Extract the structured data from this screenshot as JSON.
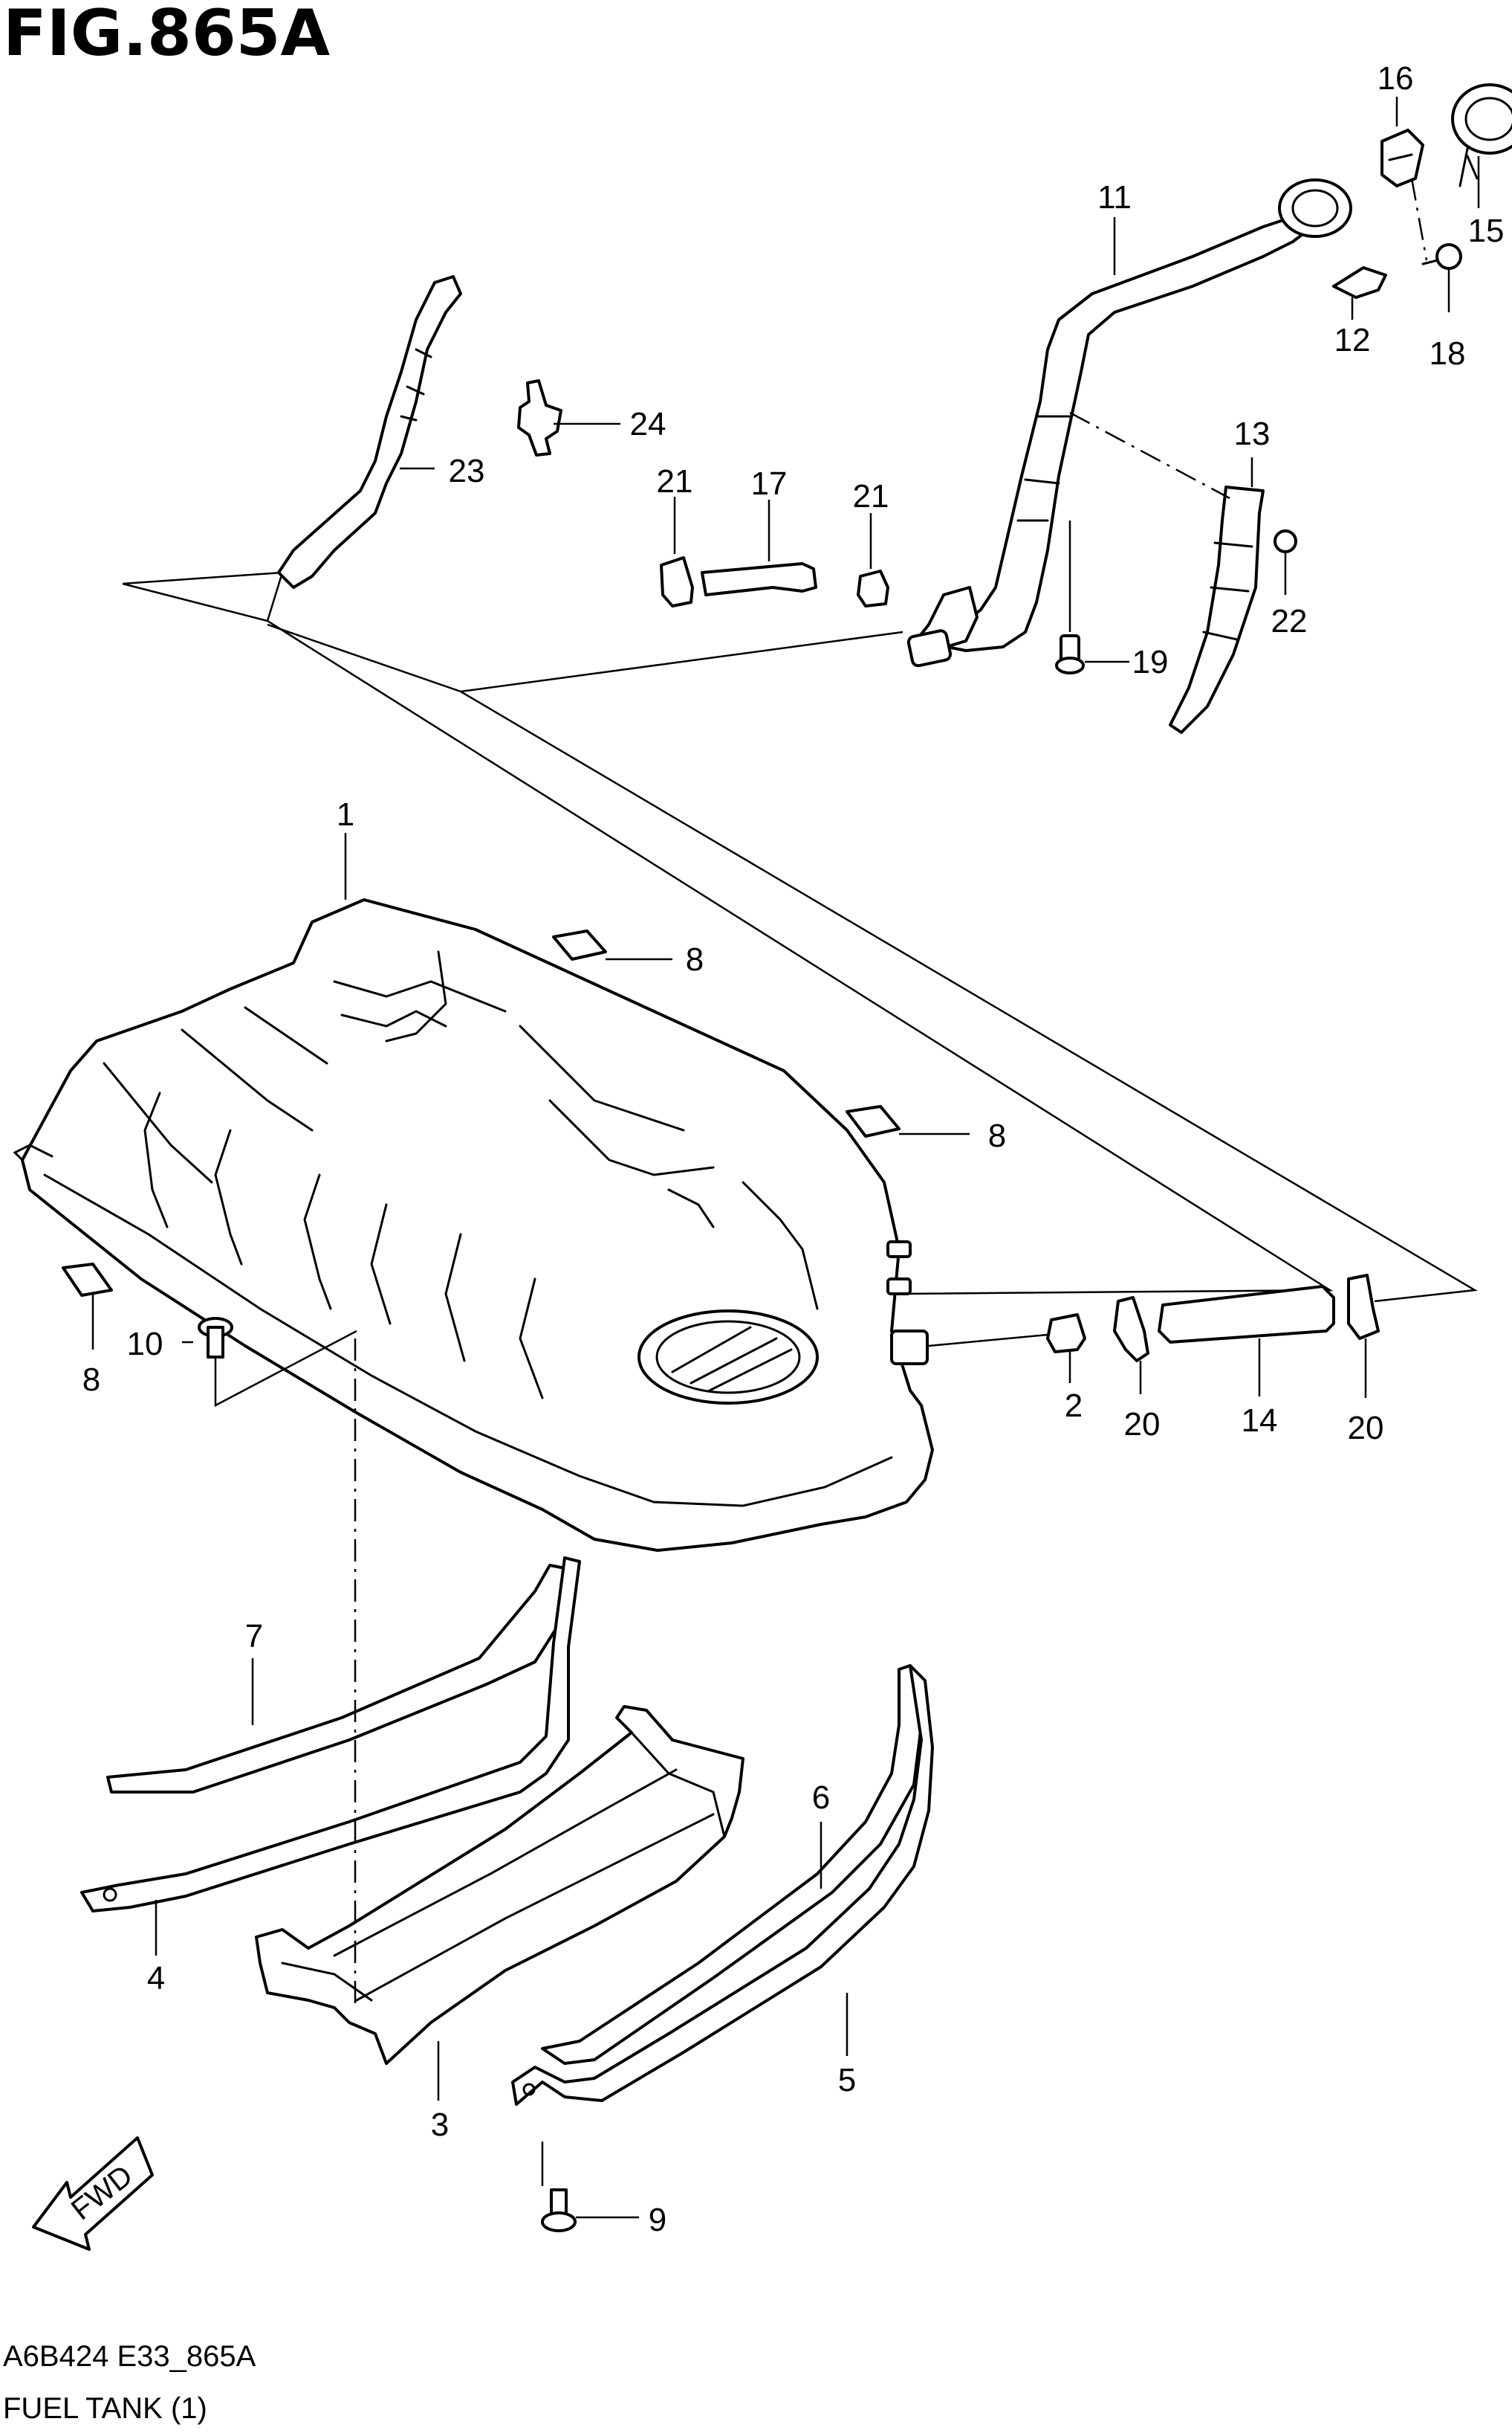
{
  "figure": {
    "title": "FIG.865A",
    "code": "A6B424 E33_865A",
    "caption": "FUEL TANK (1)",
    "direction_label": "FWD"
  },
  "callouts": [
    {
      "id": "c1",
      "label": "1"
    },
    {
      "id": "c2",
      "label": "2"
    },
    {
      "id": "c3",
      "label": "3"
    },
    {
      "id": "c4",
      "label": "4"
    },
    {
      "id": "c5",
      "label": "5"
    },
    {
      "id": "c6",
      "label": "6"
    },
    {
      "id": "c7",
      "label": "7"
    },
    {
      "id": "c8a",
      "label": "8"
    },
    {
      "id": "c8b",
      "label": "8"
    },
    {
      "id": "c8c",
      "label": "8"
    },
    {
      "id": "c9",
      "label": "9"
    },
    {
      "id": "c10",
      "label": "10"
    },
    {
      "id": "c11",
      "label": "11"
    },
    {
      "id": "c12",
      "label": "12"
    },
    {
      "id": "c13",
      "label": "13"
    },
    {
      "id": "c14",
      "label": "14"
    },
    {
      "id": "c15",
      "label": "15"
    },
    {
      "id": "c16",
      "label": "16"
    },
    {
      "id": "c17",
      "label": "17"
    },
    {
      "id": "c18",
      "label": "18"
    },
    {
      "id": "c19",
      "label": "19"
    },
    {
      "id": "c20a",
      "label": "20"
    },
    {
      "id": "c20b",
      "label": "20"
    },
    {
      "id": "c21a",
      "label": "21"
    },
    {
      "id": "c21b",
      "label": "21"
    },
    {
      "id": "c22",
      "label": "22"
    },
    {
      "id": "c23",
      "label": "23"
    },
    {
      "id": "c24",
      "label": "24"
    }
  ]
}
